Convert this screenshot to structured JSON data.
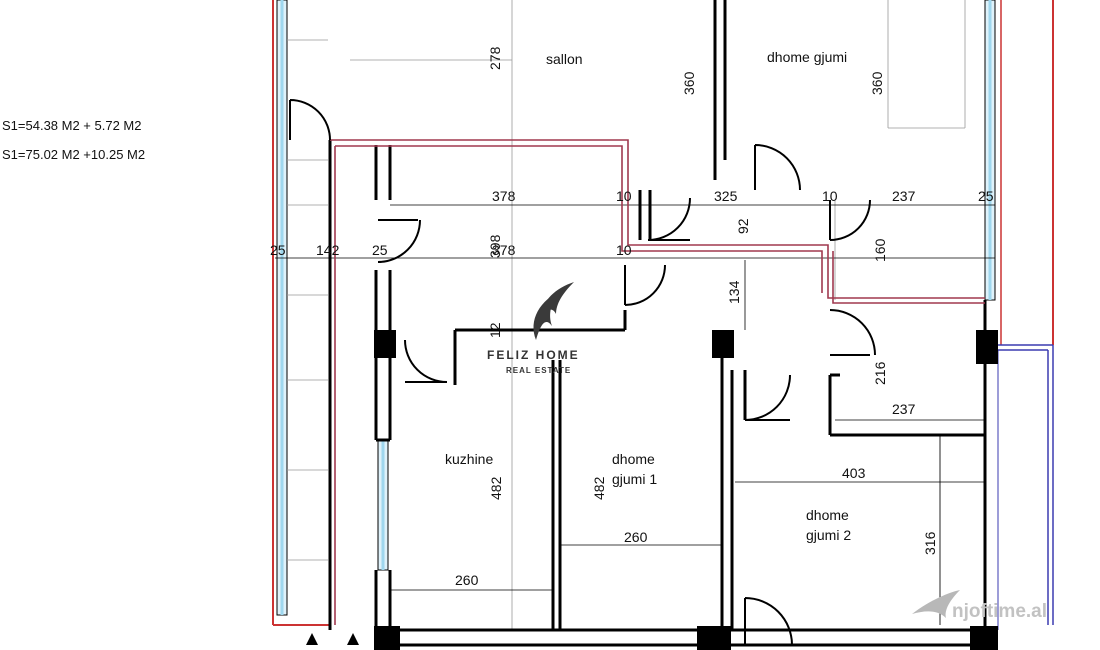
{
  "areas": {
    "line1": "S1=54.38 M2 + 5.72 M2",
    "line2": "S1=75.02 M2 +10.25 M2"
  },
  "rooms": {
    "sallon": "sallon",
    "dhome_gjumi": "dhome gjumi",
    "kuzhine": "kuzhine",
    "dhome_gjumi_1_line1": "dhome",
    "dhome_gjumi_1_line2": "gjumi 1",
    "dhome_gjumi_2_line1": "dhome",
    "dhome_gjumi_2_line2": "gjumi 2"
  },
  "dimensions": {
    "d278": "278",
    "d360a": "360",
    "d360b": "360",
    "d378a": "378",
    "d10a": "10",
    "d325": "325",
    "d10b": "10",
    "d237a": "237",
    "d25a": "25",
    "d92": "92",
    "d160": "160",
    "d25b": "25",
    "d142": "142",
    "d25c": "25",
    "d398": "398",
    "d378b": "378",
    "d10c": "10",
    "d134": "134",
    "d12": "12",
    "d216": "216",
    "d237b": "237",
    "d403": "403",
    "d482a": "482",
    "d482b": "482",
    "d260a": "260",
    "d316": "316",
    "d260b": "260"
  },
  "logo": {
    "name": "FELIZ HOME",
    "tagline": "REAL ESTATE"
  },
  "watermark": "njoftime.al",
  "colors": {
    "wall": "#000000",
    "outline_red": "#cc3333",
    "outline_maroon": "#a0394f",
    "glass": "#9fd7ee",
    "balcony_blue": "#3b3bb0",
    "logo_text": "#333333"
  }
}
